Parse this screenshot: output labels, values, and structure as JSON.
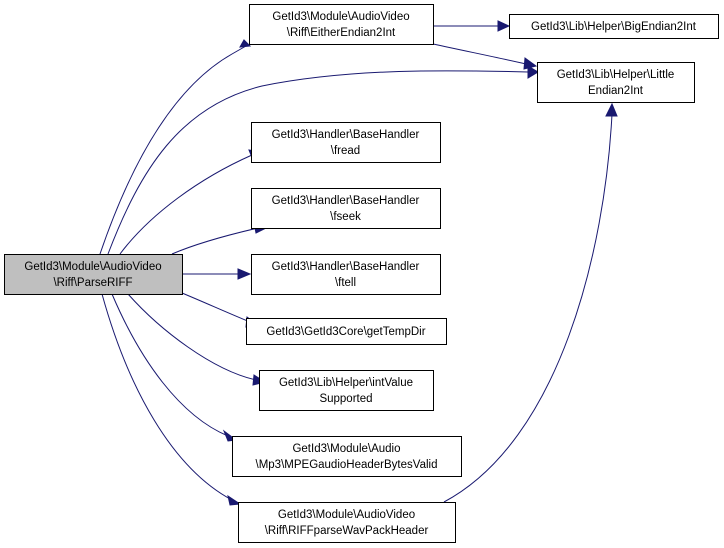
{
  "nodes": [
    {
      "id": "parse_riff",
      "name": "node-parse-riff",
      "lines": [
        "GetId3\\Module\\AudioVideo",
        "\\Riff\\ParseRIFF"
      ]
    },
    {
      "id": "either_endian",
      "name": "node-either-endian2int",
      "lines": [
        "GetId3\\Module\\AudioVideo",
        "\\Riff\\EitherEndian2Int"
      ]
    },
    {
      "id": "big_endian",
      "name": "node-big-endian2int",
      "lines": [
        "GetId3\\Lib\\Helper\\BigEndian2Int"
      ]
    },
    {
      "id": "little_endian",
      "name": "node-little-endian2int",
      "lines": [
        "GetId3\\Lib\\Helper\\Little",
        "Endian2Int"
      ]
    },
    {
      "id": "fread",
      "name": "node-fread",
      "lines": [
        "GetId3\\Handler\\BaseHandler",
        "\\fread"
      ]
    },
    {
      "id": "fseek",
      "name": "node-fseek",
      "lines": [
        "GetId3\\Handler\\BaseHandler",
        "\\fseek"
      ]
    },
    {
      "id": "ftell",
      "name": "node-ftell",
      "lines": [
        "GetId3\\Handler\\BaseHandler",
        "\\ftell"
      ]
    },
    {
      "id": "temp_dir",
      "name": "node-get-temp-dir",
      "lines": [
        "GetId3\\GetId3Core\\getTempDir"
      ]
    },
    {
      "id": "int_value",
      "name": "node-int-value-supported",
      "lines": [
        "GetId3\\Lib\\Helper\\intValue",
        "Supported"
      ]
    },
    {
      "id": "mpeg_header",
      "name": "node-mpeg-audio-header-bytes-valid",
      "lines": [
        "GetId3\\Module\\Audio",
        "\\Mp3\\MPEGaudioHeaderBytesValid"
      ]
    },
    {
      "id": "wavpack",
      "name": "node-riff-parse-wavpack-header",
      "lines": [
        "GetId3\\Module\\AudioVideo",
        "\\Riff\\RIFFparseWavPackHeader"
      ]
    }
  ],
  "edges": [
    {
      "from": "parse_riff",
      "to": "either_endian"
    },
    {
      "from": "parse_riff",
      "to": "little_endian"
    },
    {
      "from": "parse_riff",
      "to": "fread"
    },
    {
      "from": "parse_riff",
      "to": "fseek"
    },
    {
      "from": "parse_riff",
      "to": "ftell"
    },
    {
      "from": "parse_riff",
      "to": "temp_dir"
    },
    {
      "from": "parse_riff",
      "to": "int_value"
    },
    {
      "from": "parse_riff",
      "to": "mpeg_header"
    },
    {
      "from": "parse_riff",
      "to": "wavpack"
    },
    {
      "from": "either_endian",
      "to": "big_endian"
    },
    {
      "from": "either_endian",
      "to": "little_endian"
    },
    {
      "from": "wavpack",
      "to": "little_endian"
    }
  ],
  "colors": {
    "edge": "#191970",
    "root_fill": "#bfbfbf",
    "node_fill": "#ffffff",
    "node_stroke": "#000000"
  }
}
